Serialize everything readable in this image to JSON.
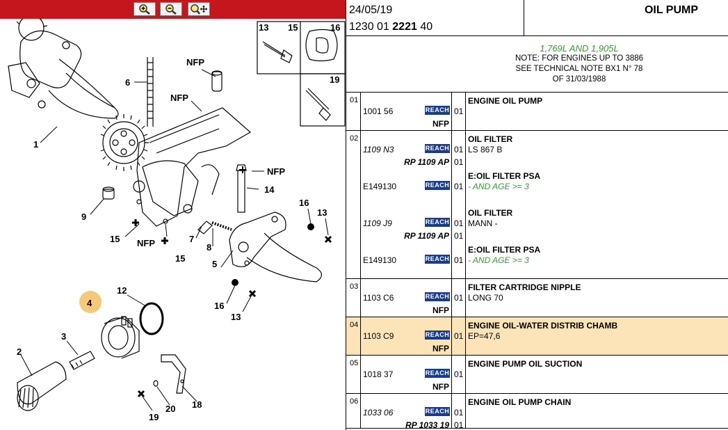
{
  "toolbar": {
    "buttons": [
      {
        "name": "zoom-in",
        "icon": "zoom-in-icon"
      },
      {
        "name": "zoom-out",
        "icon": "zoom-out-icon"
      },
      {
        "name": "zoom-pan",
        "icon": "zoom-pan-icon"
      }
    ],
    "color": "#c4161c"
  },
  "diagram": {
    "callouts": [
      "1",
      "2",
      "3",
      "4",
      "5",
      "6",
      "7",
      "8",
      "9",
      "12",
      "13",
      "14",
      "15",
      "16",
      "19",
      "20",
      "18",
      "NFP"
    ],
    "inset_labels": [
      "13",
      "15",
      "16",
      "19"
    ],
    "highlight_color": "#f6c97a"
  },
  "header": {
    "date": "24/05/19",
    "code_prefix": "1230 01 ",
    "code_bold": "2221",
    "code_suffix": " 40",
    "title": "OIL PUMP"
  },
  "note": {
    "engines": "1,769L AND 1,905L",
    "line1": "NOTE: FOR ENGINES UP TO 3886",
    "line2": "SEE TECHNICAL NOTE BX1 N° 78",
    "line3": "OF 31/03/1988"
  },
  "reach_label": "REACH",
  "rows": [
    {
      "num": "01",
      "lines": [
        {
          "ref": "1001 56",
          "italic": false,
          "reach": true,
          "qty": "01",
          "sub": "NFP",
          "subItalic": false,
          "desc": "ENGINE OIL PUMP",
          "detail": ""
        }
      ]
    },
    {
      "num": "02",
      "lines": [
        {
          "ref": "1109 N3",
          "italic": true,
          "reach": true,
          "qty": "01",
          "qty2": "01",
          "sub": "RP 1109 AP",
          "subItalic": true,
          "desc": "OIL FILTER",
          "detail": "LS 867 B"
        },
        {
          "ref": "E149130",
          "italic": false,
          "reach": true,
          "qty": "01",
          "sub": "",
          "desc": "E:OIL FILTER PSA",
          "detail": "- AND AGE >= 3",
          "green": true
        },
        {
          "ref": "1109 J9",
          "italic": true,
          "reach": true,
          "qty": "01",
          "qty2": "01",
          "sub": "RP 1109 AP",
          "subItalic": true,
          "desc": "OIL FILTER",
          "detail": "MANN -"
        },
        {
          "ref": "E149130",
          "italic": false,
          "reach": true,
          "qty": "01",
          "sub": "",
          "desc": "E:OIL FILTER PSA",
          "detail": "- AND AGE >= 3",
          "green": true
        }
      ]
    },
    {
      "num": "03",
      "lines": [
        {
          "ref": "1103 C6",
          "italic": false,
          "reach": true,
          "qty": "01",
          "sub": "NFP",
          "subItalic": false,
          "desc": "FILTER CARTRIDGE NIPPLE",
          "detail": "LONG 70"
        }
      ]
    },
    {
      "num": "04",
      "highlight": true,
      "lines": [
        {
          "ref": "1103 C9",
          "italic": false,
          "reach": true,
          "qty": "01",
          "sub": "NFP",
          "subItalic": false,
          "desc": "ENGINE OIL-WATER DISTRIB CHAMB",
          "detail": "EP=47,6"
        }
      ]
    },
    {
      "num": "05",
      "lines": [
        {
          "ref": "1018 37",
          "italic": false,
          "reach": true,
          "qty": "01",
          "sub": "NFP",
          "subItalic": false,
          "desc": "ENGINE PUMP OIL SUCTION",
          "detail": ""
        }
      ]
    },
    {
      "num": "06",
      "lines": [
        {
          "ref": "1033 06",
          "italic": true,
          "reach": true,
          "qty": "01",
          "qty2": "01",
          "sub": "RP 1033 19",
          "subItalic": true,
          "desc": "ENGINE OIL PUMP CHAIN",
          "detail": ""
        }
      ]
    }
  ],
  "colors": {
    "highlight_row": "#fde4b8",
    "reach_badge": "#1a3a8c",
    "green_text": "#2ea02e"
  }
}
